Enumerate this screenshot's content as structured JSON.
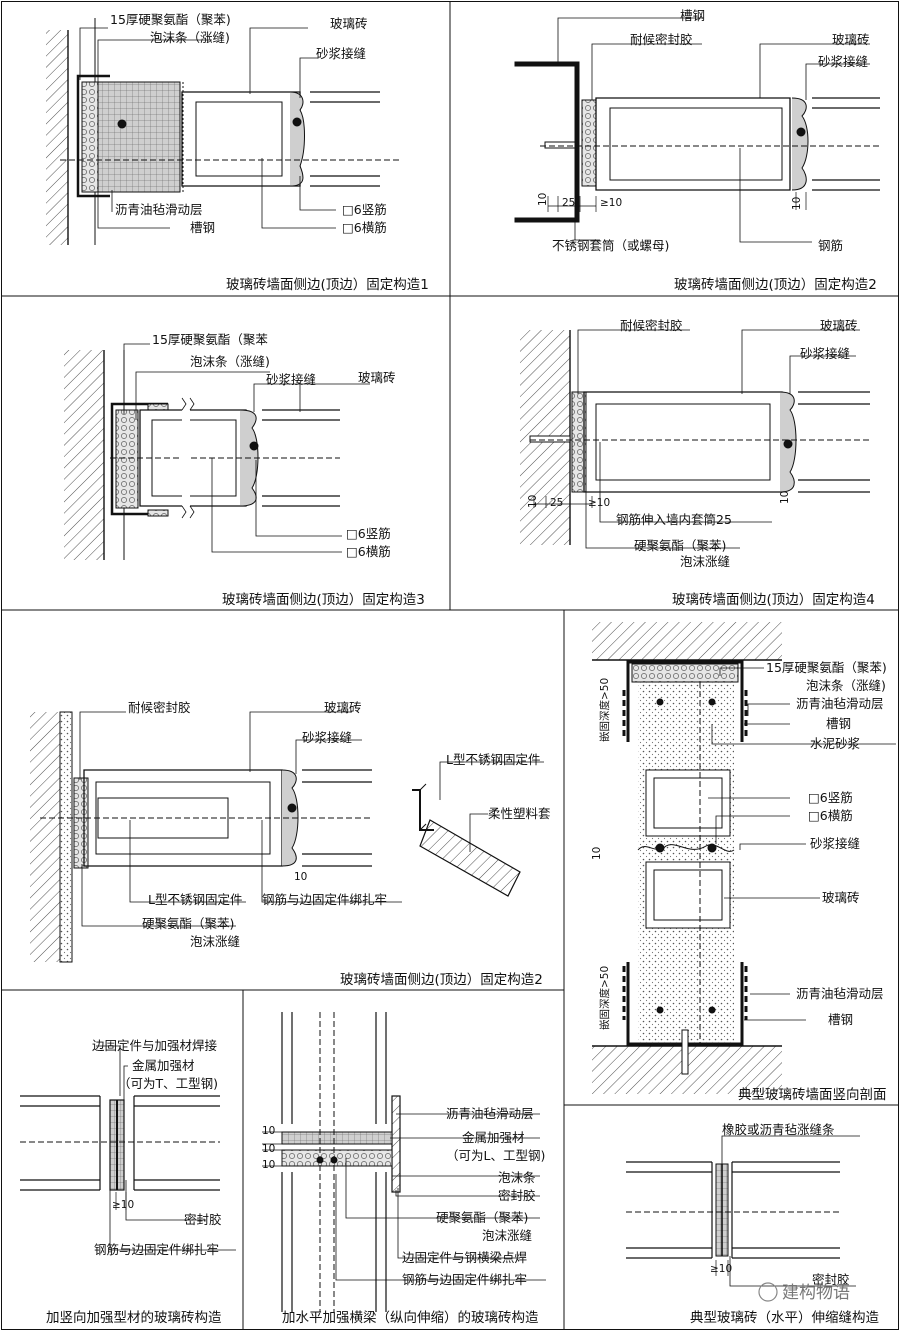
{
  "panel1": {
    "caption": "玻璃砖墙面侧边(顶边）固定构造1",
    "labels": [
      "15厚硬聚氨酯（聚苯)",
      "泡沫条（涨缝)",
      "玻璃砖",
      "砂浆接缝",
      "沥青油毡滑动层",
      "槽钢",
      "□6竖筋",
      "□6横筋"
    ]
  },
  "panel2": {
    "caption": "玻璃砖墙面侧边(顶边）固定构造2",
    "labels": [
      "槽钢",
      "耐候密封胶",
      "玻璃砖",
      "砂浆接缝",
      "不锈钢套筒（或螺母)",
      "钢筋"
    ],
    "dims": [
      "10",
      "25",
      "≥10",
      "10"
    ]
  },
  "panel3": {
    "caption": "玻璃砖墙面侧边(顶边）固定构造3",
    "labels": [
      "15厚硬聚氨酯（聚苯",
      "泡沫条（涨缝)",
      "砂浆接缝",
      "玻璃砖",
      "□6竖筋",
      "□6横筋"
    ]
  },
  "panel4": {
    "caption": "玻璃砖墙面侧边(顶边）固定构造4",
    "labels": [
      "耐候密封胶",
      "玻璃砖",
      "砂浆接缝",
      "钢筋伸入墙内套筒25",
      "硬聚氨酯（聚苯)",
      "泡沫涨缝"
    ],
    "dims": [
      "10",
      "25",
      "≥10",
      "10"
    ]
  },
  "panel5": {
    "caption": "玻璃砖墙面侧边(顶边）固定构造2",
    "labels": [
      "耐候密封胶",
      "玻璃砖",
      "砂浆接缝",
      "L型不锈钢固定件",
      "柔性塑料套",
      "L型不锈钢固定件",
      "钢筋与边固定件绑扎牢",
      "硬聚氨酯（聚苯)",
      "泡沫涨缝"
    ],
    "dims": [
      "10"
    ]
  },
  "panel6": {
    "caption": "典型玻璃砖墙面竖向剖面",
    "labels": [
      "15厚硬聚氨酯（聚苯)",
      "泡沫条（涨缝)",
      "沥青油毡滑动层",
      "槽钢",
      "水泥砂浆",
      "□6竖筋",
      "□6横筋",
      "砂浆接缝",
      "玻璃砖",
      "沥青油毡滑动层",
      "槽钢"
    ],
    "dims": [
      "嵌固深度>50",
      "10",
      "嵌固深度>50"
    ]
  },
  "panel7": {
    "caption": "加竖向加强型材的玻璃砖构造",
    "labels": [
      "边固定件与加强材焊接",
      "金属加强材",
      "（可为T、工型钢)",
      "密封胶",
      "钢筋与边固定件绑扎牢"
    ],
    "dims": [
      "≥10"
    ]
  },
  "panel8": {
    "caption": "加水平加强横梁（纵向伸缩）的玻璃砖构造",
    "labels": [
      "沥青油毡滑动层",
      "金属加强材",
      "（可为L、工型钢)",
      "泡沫条",
      "密封胶",
      "硬聚氨酯（聚苯)",
      "泡沫涨缝",
      "边固定件与钢横梁点焊",
      "钢筋与边固定件绑扎牢"
    ],
    "dims": [
      "10",
      "10",
      "10"
    ]
  },
  "panel9": {
    "caption": "典型玻璃砖（水平）伸缩缝构造",
    "labels": [
      "橡胶或沥青毡涨缝条",
      "密封胶"
    ],
    "dims": [
      "≥10"
    ]
  },
  "watermark": "建构物语",
  "colors": {
    "line": "#111111",
    "foam": "#d0d0d0",
    "mortar": "#bdbdbd"
  }
}
